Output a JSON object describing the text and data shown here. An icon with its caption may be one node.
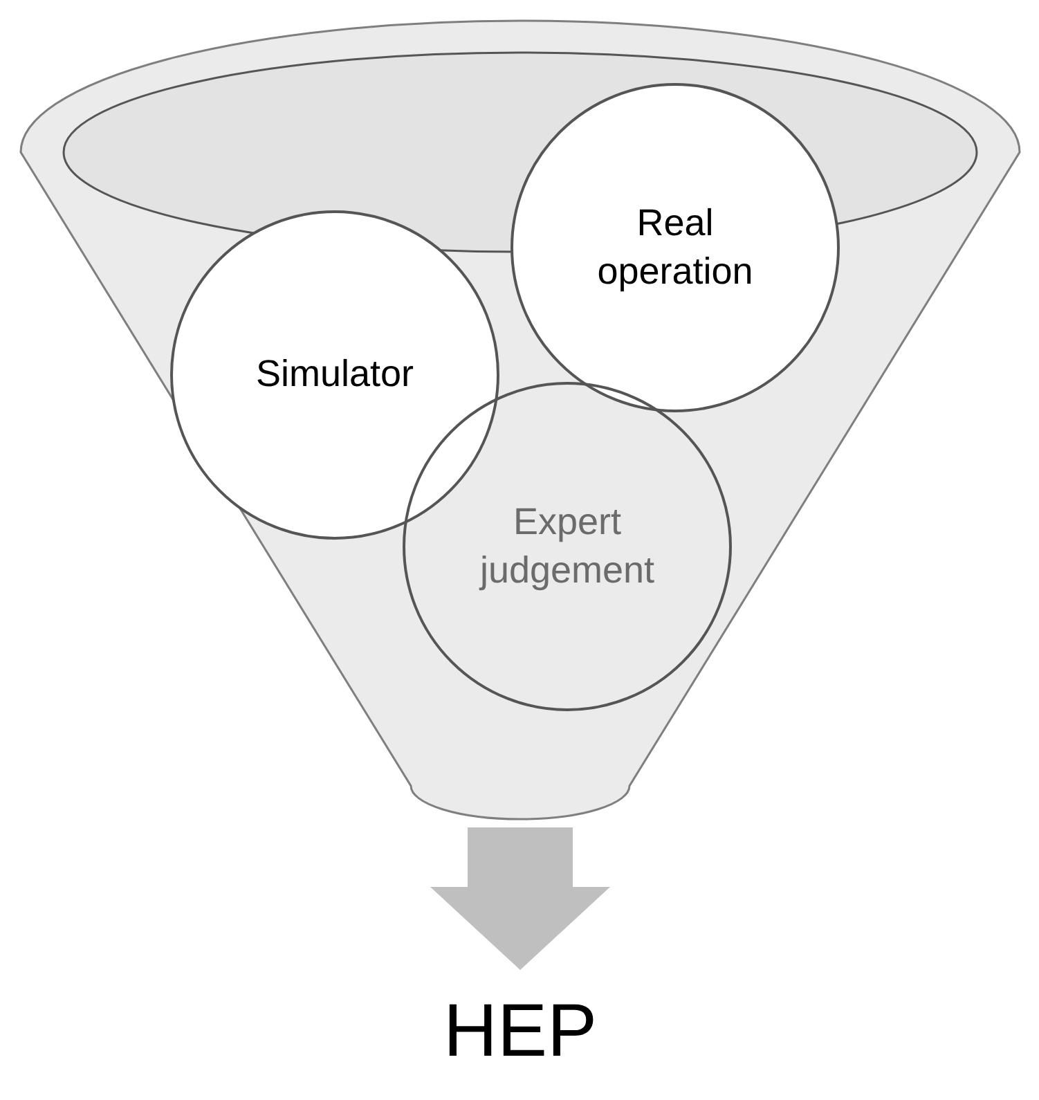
{
  "diagram": {
    "nodes": [
      {
        "text": [],
        "shape": "funnel"
      },
      {
        "text": [
          "Simulator"
        ],
        "in": 0
      },
      {
        "text": [
          "Real operation"
        ],
        "in": 0
      },
      {
        "text": [
          "Expert judgement"
        ],
        "in": 0
      },
      {
        "text": [
          "HEP"
        ]
      }
    ],
    "edges": [
      {
        "from": 0,
        "to": 4,
        "arrow": "to"
      }
    ]
  }
}
